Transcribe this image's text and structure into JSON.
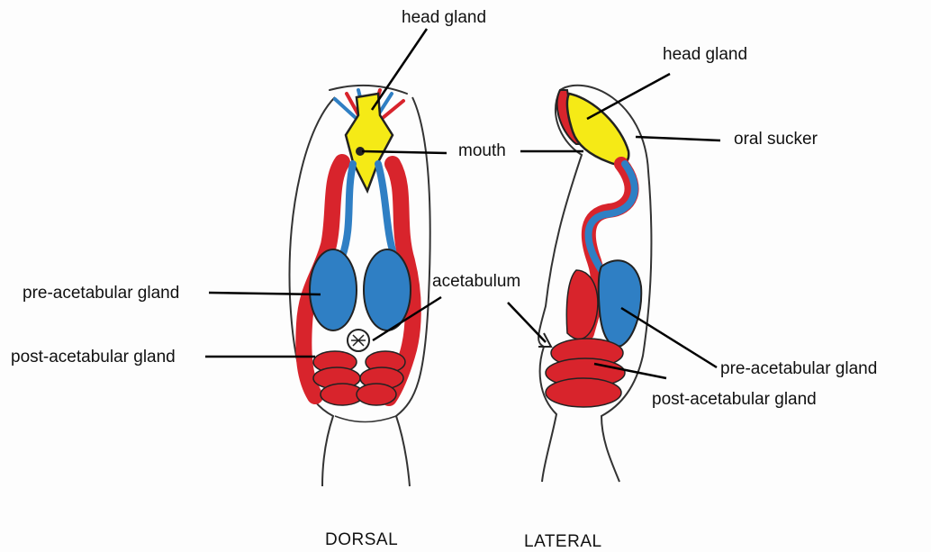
{
  "labels": {
    "dorsal": {
      "head_gland": "head gland",
      "mouth": "mouth",
      "acetabulum": "acetabulum",
      "pre_acetabular_gland": "pre-acetabular gland",
      "post_acetabular_gland": "post-acetabular gland"
    },
    "lateral": {
      "head_gland": "head gland",
      "oral_sucker": "oral sucker",
      "pre_acetabular_gland": "pre-acetabular gland",
      "post_acetabular_gland": "post-acetabular gland"
    }
  },
  "views": {
    "dorsal": "DORSAL",
    "lateral": "LATERAL"
  },
  "colors": {
    "head_gland": "#f5ea16",
    "pre_acetabular_gland": "#2f7fc4",
    "post_acetabular_gland": "#d8242c",
    "outline": "#333333",
    "leader": "#000000"
  }
}
